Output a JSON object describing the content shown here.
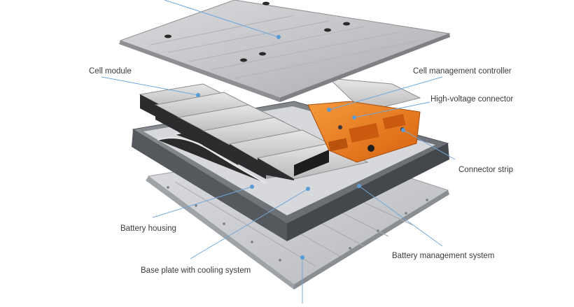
{
  "diagram": {
    "labels": {
      "cell_module": "Cell module",
      "cell_management_controller": "Cell management controller",
      "high_voltage_connector": "High-voltage connector",
      "connector_strip": "Connector strip",
      "battery_housing": "Battery housing",
      "base_plate": "Base plate with cooling system",
      "battery_management_system": "Battery management system"
    },
    "colors": {
      "leader_line": "#6fa8dc",
      "marker_dot": "#5b9bd5",
      "bms_orange": "#e8761e",
      "aluminium": "#c8c9cb"
    }
  }
}
